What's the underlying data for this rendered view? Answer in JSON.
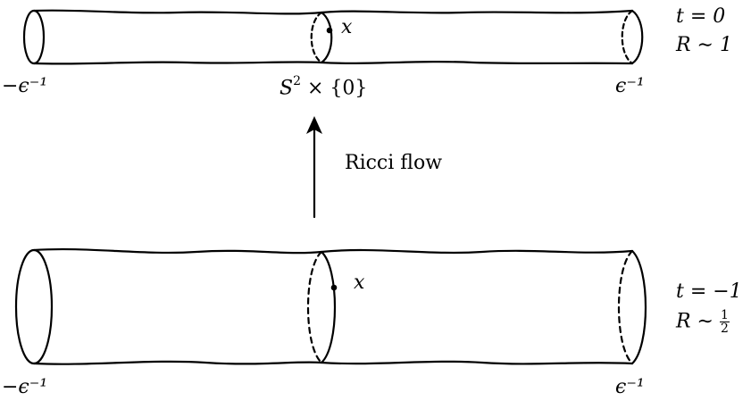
{
  "top_cylinder": {
    "left_end_label": "−ϵ⁻¹",
    "right_end_label": "ϵ⁻¹",
    "slice_label_base": "S",
    "slice_label_exp": "2",
    "slice_label_rest": " × {0}",
    "point_label": "x",
    "time_label": "t = 0",
    "curvature_label": "R ∼ 1"
  },
  "bottom_cylinder": {
    "left_end_label": "−ϵ⁻¹",
    "right_end_label": "ϵ⁻¹",
    "point_label": "x",
    "time_label": "t = −1",
    "curvature_prefix": "R ∼ ",
    "curvature_num": "1",
    "curvature_den": "2"
  },
  "arrow": {
    "label": "Ricci flow"
  }
}
